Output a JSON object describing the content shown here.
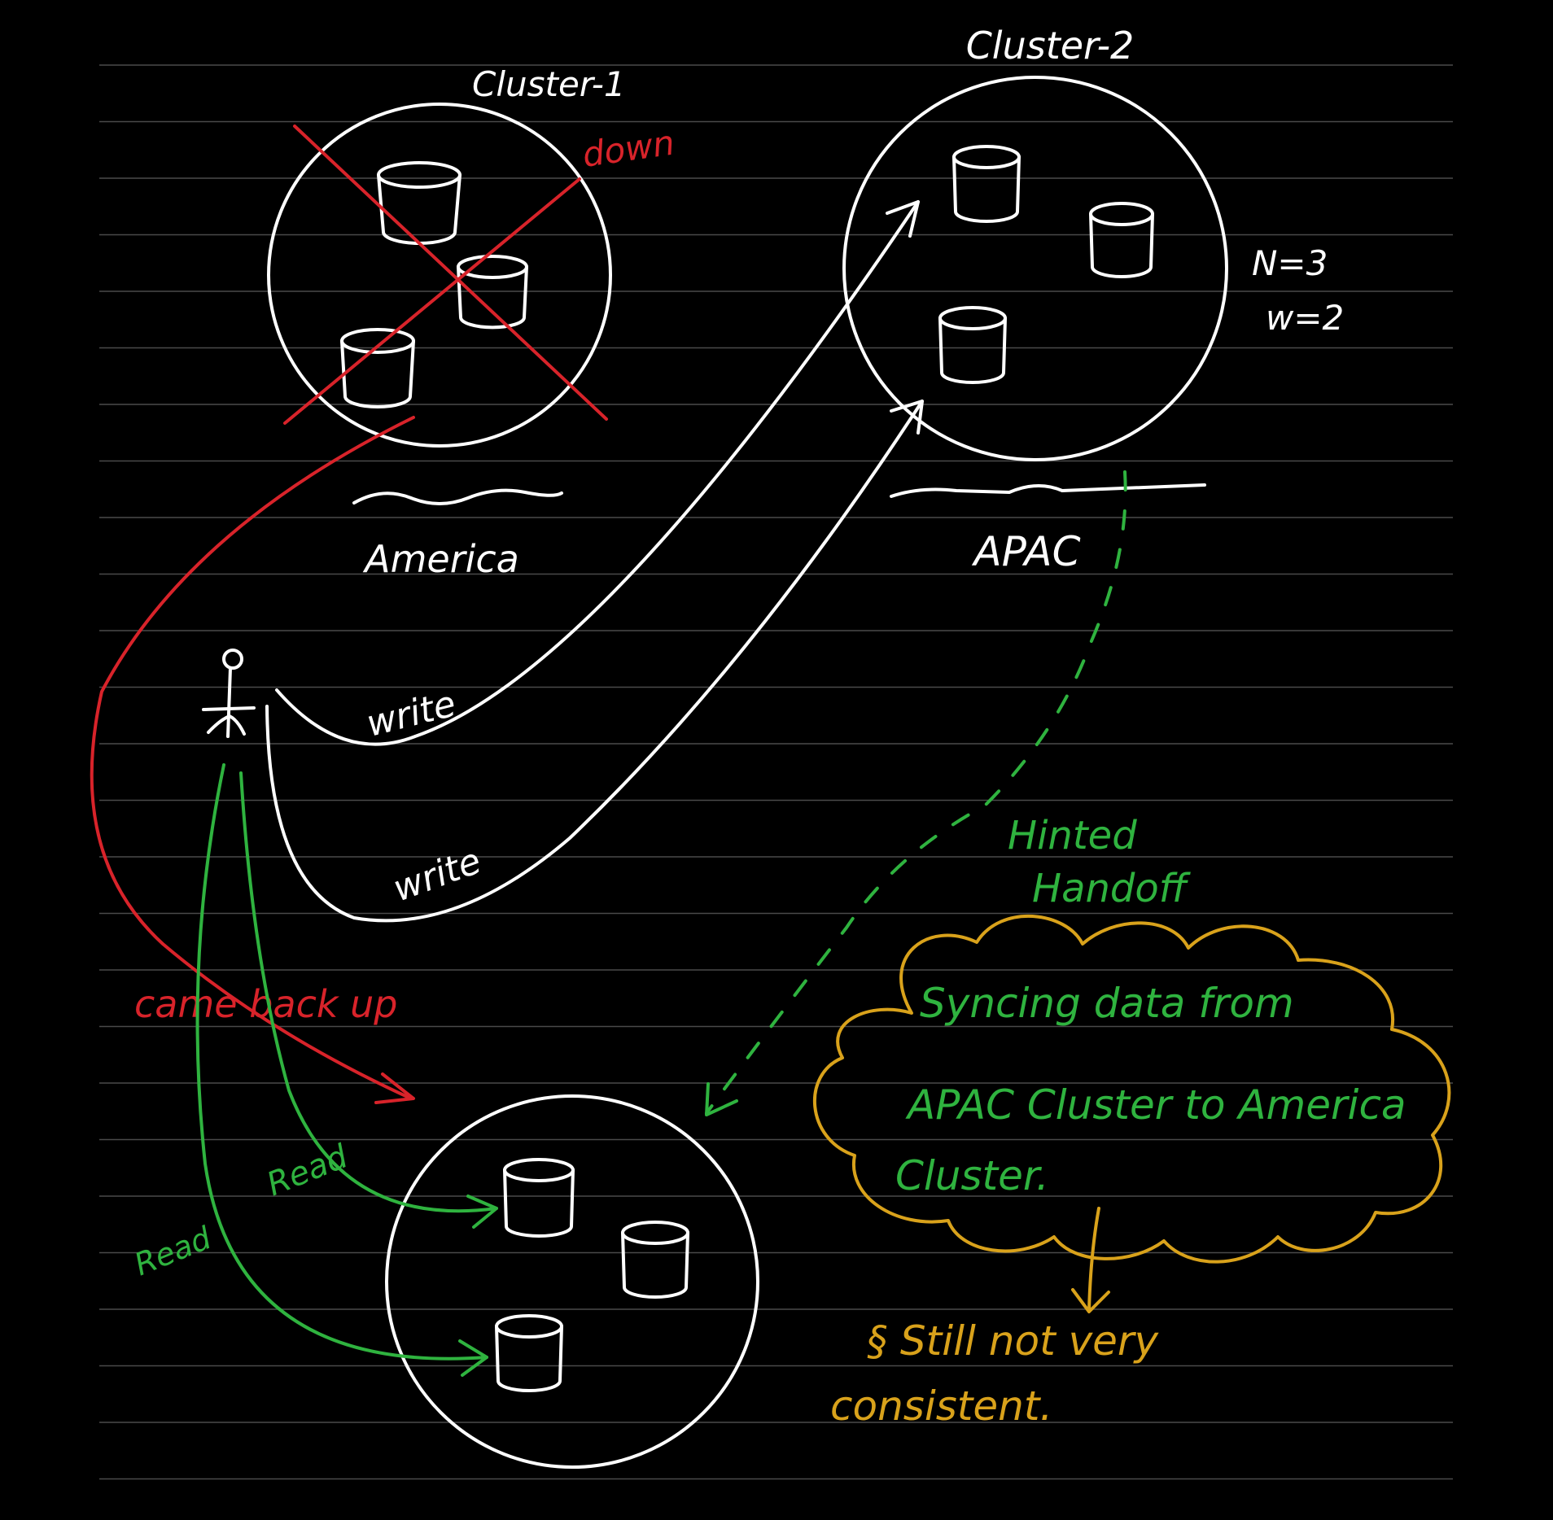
{
  "colors": {
    "background": "#000000",
    "ruled_line": "#4a4a4a",
    "white_ink": "#ffffff",
    "red_ink": "#d8232a",
    "green_ink": "#2fb33f",
    "yellow_ink": "#d9a21b"
  },
  "clusters": {
    "cluster1": {
      "title": "Cluster-1",
      "region": "America",
      "status": "down"
    },
    "cluster2": {
      "title": "Cluster-2",
      "region": "APAC",
      "params": {
        "n": "N=3",
        "w": "w=2"
      }
    },
    "cluster3": {}
  },
  "client": {
    "icon": "stick-figure-icon"
  },
  "edges": {
    "write1": "write",
    "write2": "write",
    "read1": "Read",
    "read2": "Read",
    "came_back_up": "came back up",
    "hinted_handoff": [
      "Hinted",
      "Handoff"
    ]
  },
  "cloud_note": {
    "lines": [
      "Syncing data from",
      "APAC Cluster to America",
      "Cluster."
    ]
  },
  "footnote": {
    "lines": [
      "§ Still not very",
      "consistent."
    ]
  }
}
